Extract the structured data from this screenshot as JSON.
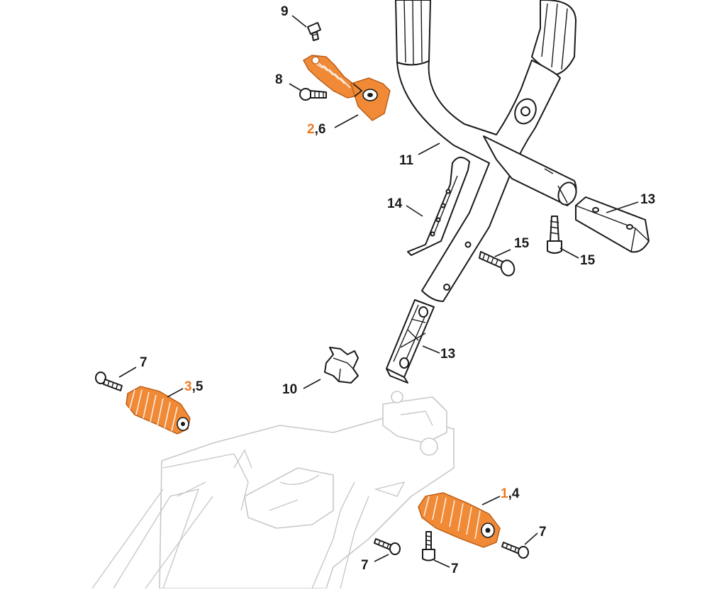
{
  "labels": {
    "l9": "9",
    "l8": "8",
    "l26_a": "2",
    "l26_b": ",6",
    "l11": "11",
    "l14": "14",
    "l13_top": "13",
    "l15_a": "15",
    "l15_b": "15",
    "l13_mid": "13",
    "l10": "10",
    "l7_a": "7",
    "l35_a": "3",
    "l35_b": ",5",
    "l14b_a": "1",
    "l14b_b": ",4",
    "l7_b": "7",
    "l7_c": "7",
    "l7_d": "7"
  },
  "colors": {
    "highlight_part": "#f08a37",
    "highlight_text": "#ec7a22",
    "ink": "#1a1a1a",
    "ghost": "#c8c8c8"
  }
}
